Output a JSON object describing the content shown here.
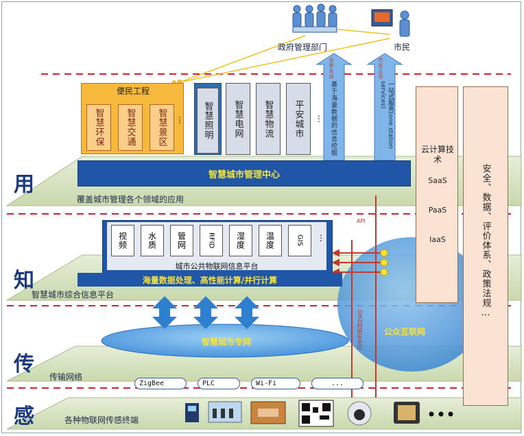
{
  "actors": {
    "government": "政府管理部门",
    "citizen": "市民"
  },
  "arrows": {
    "decision_support": "决策支持",
    "citizen_service": "市民主页",
    "data_mining": "基于海量数据的信息挖掘",
    "one_stop": "一站式服务(one station services)"
  },
  "layers": {
    "use": {
      "label": "用",
      "caption": "覆盖城市管理各个领域的应用"
    },
    "know": {
      "label": "知",
      "caption": "智慧城市综合信息平台"
    },
    "transmit": {
      "label": "传",
      "caption": "传输网络"
    },
    "sense": {
      "label": "感",
      "caption": "各种物联网传感终端"
    }
  },
  "convenience": {
    "title": "便民工程",
    "items": [
      "智慧环保",
      "智慧交通",
      "智慧景区"
    ],
    "more": "⋮"
  },
  "apps": {
    "items": [
      "智慧照明",
      "智慧电网",
      "智慧物流",
      "平安城市"
    ],
    "more": "⋮"
  },
  "management_center": "智慧城市管理中心",
  "cloud": {
    "title": "云计算技术",
    "saas": "SaaS",
    "paas": "PaaS",
    "iaas": "IaaS"
  },
  "security": "安全、数据、评价体系、政策法规…",
  "platform": {
    "modules": [
      "视频",
      "水质",
      "管网",
      "RFID",
      "湿度",
      "温度",
      "GIS"
    ],
    "more": "⋮",
    "title": "城市公共物联网信息平台",
    "subtitle": "海量数据处理、高性能计算/并行计算"
  },
  "api_label": "API",
  "dmz_label": "DMZ网络安全区",
  "private_network": "智慧城市专网",
  "public_internet": "公众互联网",
  "network_tags": [
    "ZigBee",
    "PLC",
    "Wi-Fi",
    "..."
  ],
  "colors": {
    "dark_blue": "#1f56a8",
    "orange": "#f6b93b",
    "dashed_red": "#cc2233",
    "platform_green": "#cfdfb6"
  }
}
